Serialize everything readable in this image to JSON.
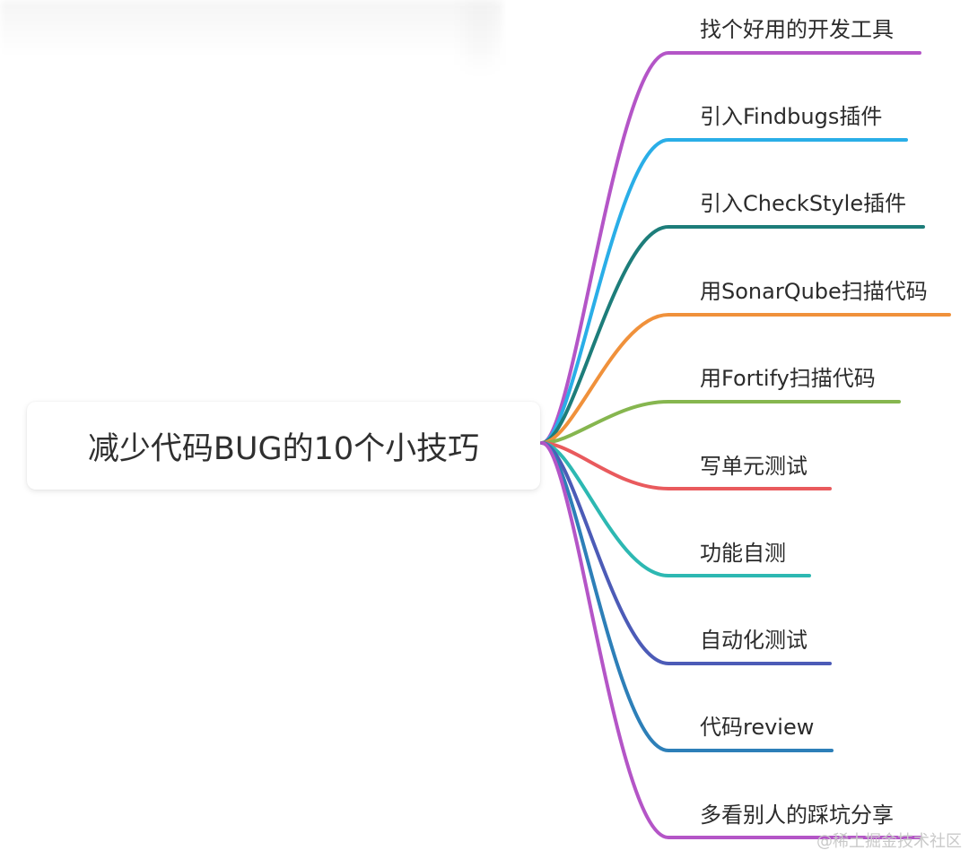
{
  "root": {
    "title": "减少代码BUG的10个小技巧"
  },
  "branches": [
    {
      "label": "找个好用的开发工具",
      "color": "#b455c7"
    },
    {
      "label": "引入Findbugs插件",
      "color": "#2aaee7"
    },
    {
      "label": "引入CheckStyle插件",
      "color": "#1d7d7a"
    },
    {
      "label": "用SonarQube扫描代码",
      "color": "#f0913b"
    },
    {
      "label": "用Fortify扫描代码",
      "color": "#86b64f"
    },
    {
      "label": "写单元测试",
      "color": "#e95a5d"
    },
    {
      "label": "功能自测",
      "color": "#2db8b2"
    },
    {
      "label": "自动化测试",
      "color": "#4c5bb7"
    },
    {
      "label": "代码review",
      "color": "#2d7fb8"
    },
    {
      "label": "多看别人的踩坑分享",
      "color": "#b455c7"
    }
  ],
  "watermark": "@稀土掘金技术社区"
}
